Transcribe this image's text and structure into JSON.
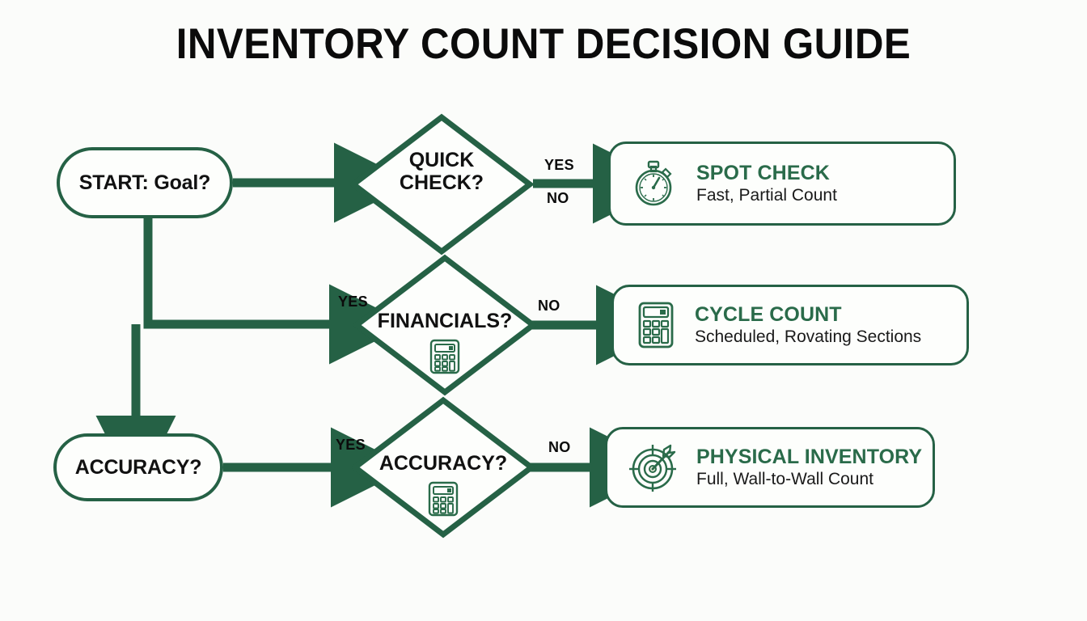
{
  "title": "INVENTORY COUNT DECISION GUIDE",
  "theme": {
    "background": "#fbfcfa",
    "line": "#256145",
    "accent_green": "#2a6b4a",
    "node_fill": "#fdfefc",
    "text": "#111111"
  },
  "nodes": {
    "start": {
      "label": "START: Goal?",
      "shape": "pill"
    },
    "accuracy_pill": {
      "label": "ACCURACY?",
      "shape": "pill"
    },
    "d_quick": {
      "line1": "QUICK",
      "line2": "CHECK?",
      "shape": "diamond",
      "icon": ""
    },
    "d_financials": {
      "line1": "FINANCIALS?",
      "line2": "",
      "shape": "diamond",
      "icon": "calculator-icon"
    },
    "d_accuracy": {
      "line1": "ACCURACY?",
      "line2": "",
      "shape": "diamond",
      "icon": "calculator-icon"
    }
  },
  "results": [
    {
      "id": "spot-check",
      "title": "SPOT CHECK",
      "subtitle": "Fast, Partial Count",
      "icon": "stopwatch-icon"
    },
    {
      "id": "cycle-count",
      "title": "CYCLE COUNT",
      "subtitle": "Scheduled, Rovating Sections",
      "icon": "calculator-icon"
    },
    {
      "id": "physical-inventory",
      "title": "PHYSICAL INVENTORY",
      "subtitle": "Full, Wall-to-Wall Count",
      "icon": "target-icon"
    }
  ],
  "edge_labels": {
    "quick_yes": "YES",
    "quick_no": "NO",
    "fin_yes": "YES",
    "fin_no": "NO",
    "acc_yes": "YES",
    "acc_no": "NO"
  }
}
